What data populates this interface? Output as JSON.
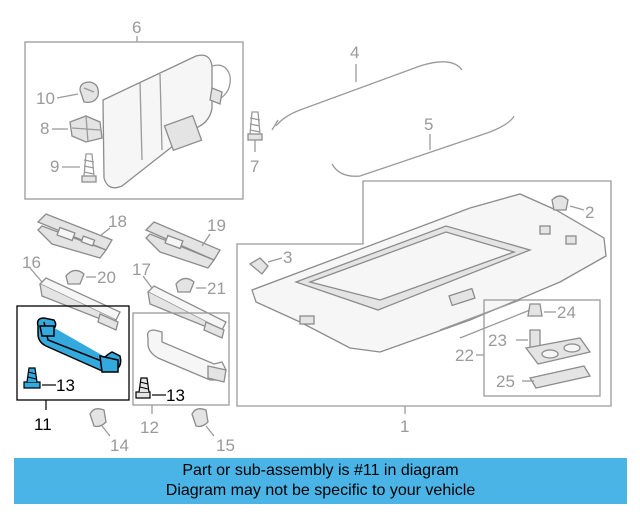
{
  "callouts": {
    "n1": "1",
    "n2": "2",
    "n3": "3",
    "n4": "4",
    "n5": "5",
    "n6": "6",
    "n7": "7",
    "n8": "8",
    "n9": "9",
    "n10": "10",
    "n11": "11",
    "n12": "12",
    "n13a": "13",
    "n13b": "13",
    "n14": "14",
    "n15": "15",
    "n16": "16",
    "n17": "17",
    "n18": "18",
    "n19": "19",
    "n20": "20",
    "n21": "21",
    "n22": "22",
    "n23": "23",
    "n24": "24",
    "n25": "25"
  },
  "highlight": {
    "part": "11",
    "color": "#33a9de"
  },
  "banner": {
    "line1": "Part or sub-assembly is #11 in diagram",
    "line2": "Diagram may not be specific to your vehicle",
    "color": "#4ab4e6"
  }
}
